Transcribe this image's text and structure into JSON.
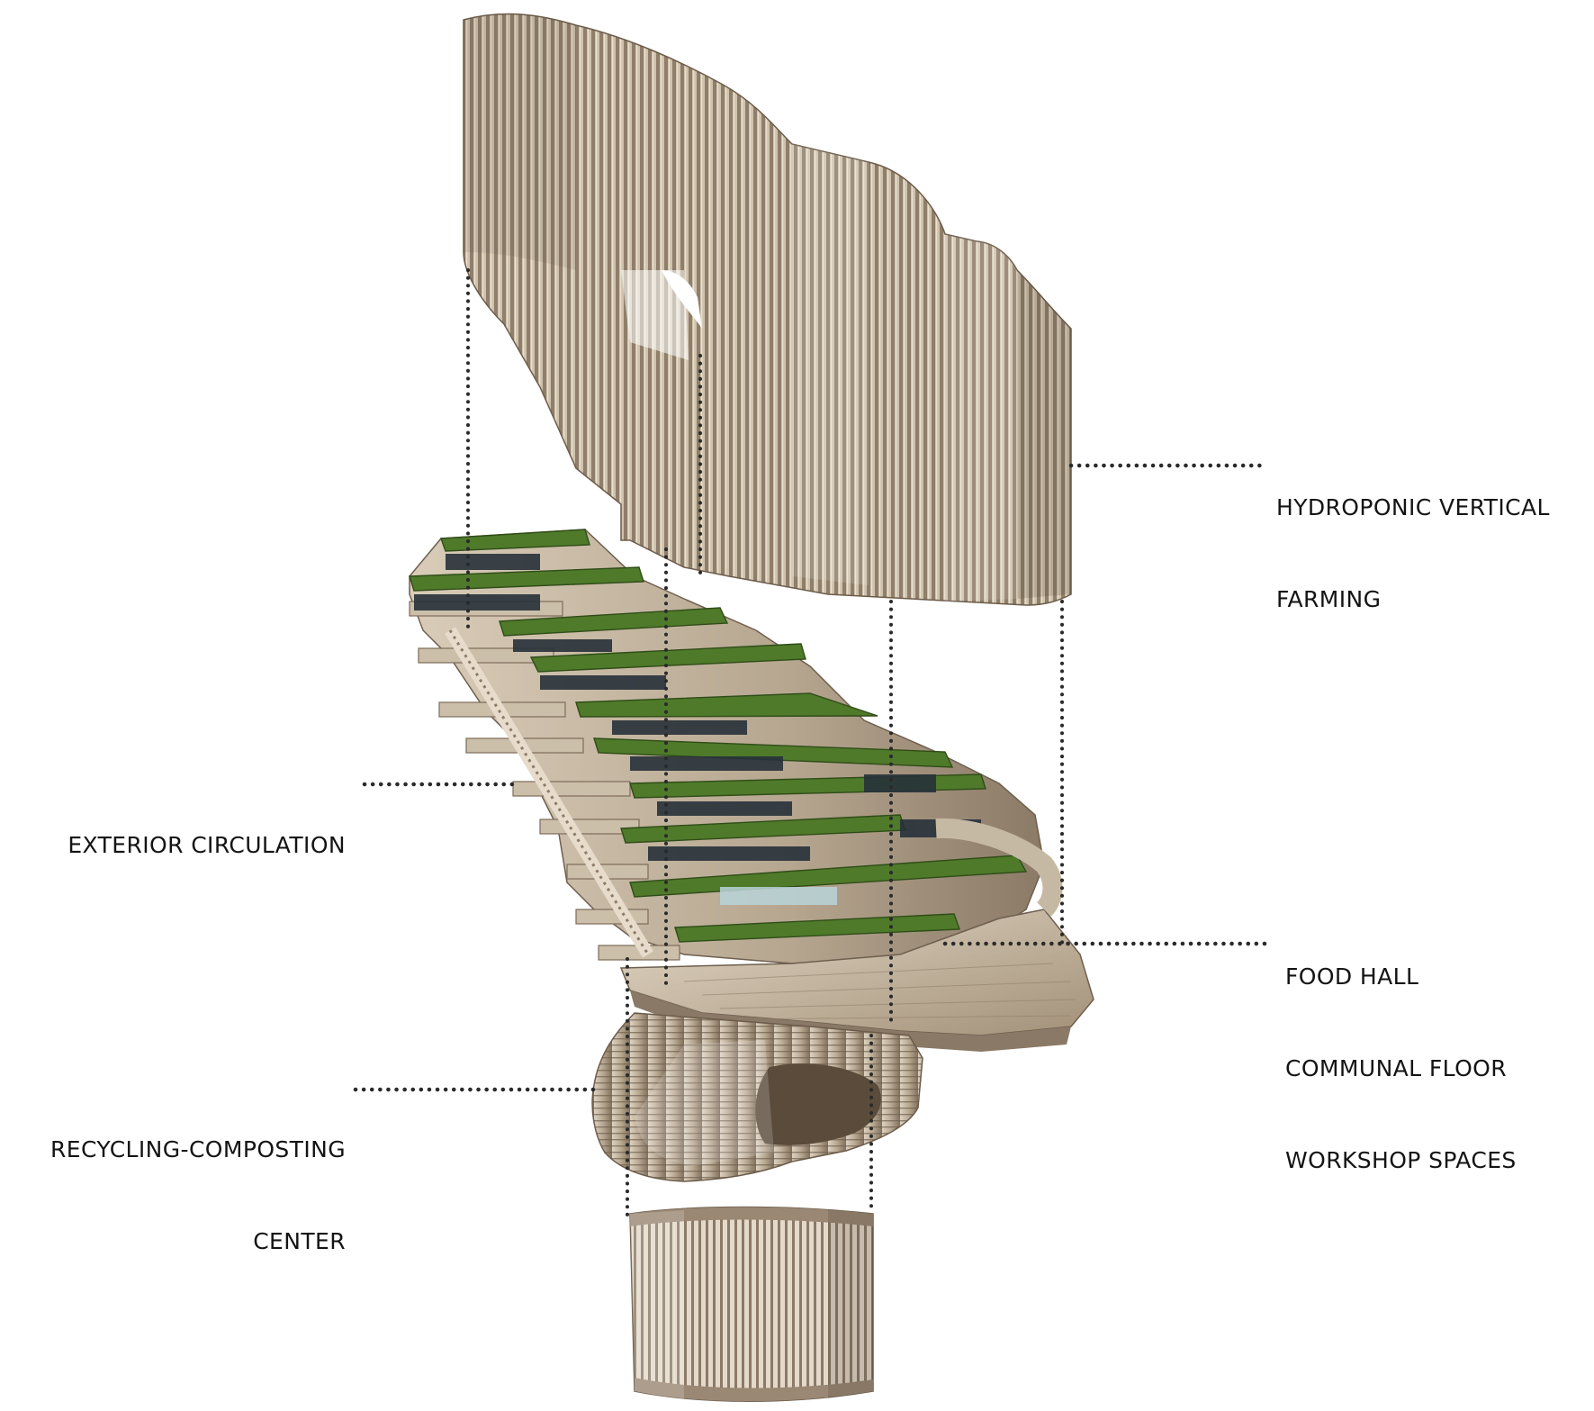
{
  "diagram": {
    "labels": {
      "hydroponic": [
        "HYDROPONIC VERTICAL",
        "FARMING"
      ],
      "exterior": [
        "EXTERIOR CIRCULATION"
      ],
      "food_hall": [
        "FOOD HALL",
        "COMMUNAL FLOOR",
        "WORKSHOP SPACES"
      ],
      "recycling": [
        "RECYCLING-COMPOSTING",
        "CENTER"
      ]
    },
    "colors": {
      "wood_light": "#d8cbb7",
      "wood_mid": "#a89680",
      "wood_dark": "#6e5f4e",
      "grass": "#4f7a2a",
      "grass_dark": "#2f4d18",
      "glass": "#27313a",
      "leader": "#2a2a2a",
      "text": "#141414"
    }
  }
}
